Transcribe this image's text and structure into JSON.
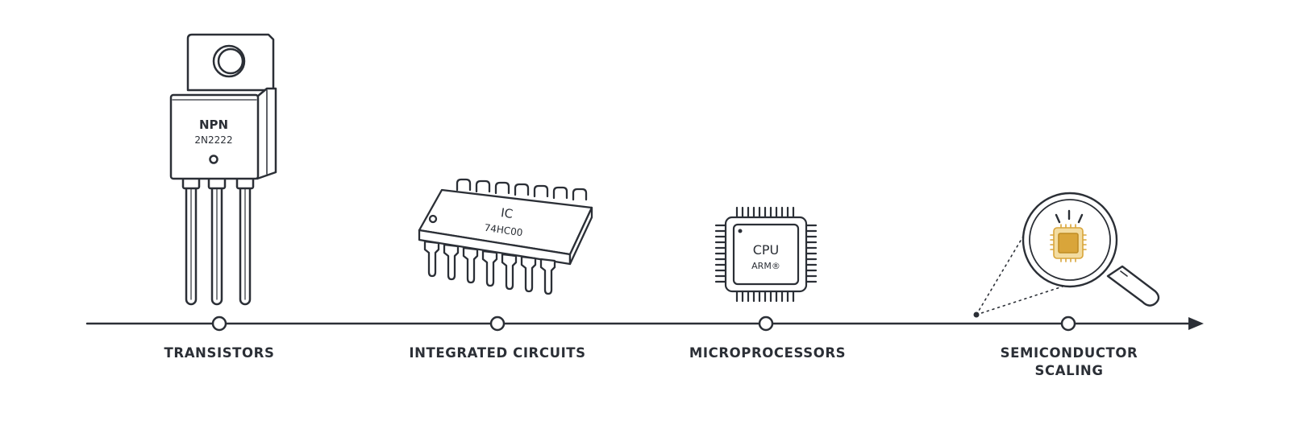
{
  "colors": {
    "ink": "#2b2f36",
    "paper": "#ffffff",
    "gold": "#d9a53a"
  },
  "timeline": {
    "stages": [
      {
        "label_lines": [
          "TRANSISTORS"
        ]
      },
      {
        "label_lines": [
          "INTEGRATED CIRCUITS"
        ]
      },
      {
        "label_lines": [
          "MICROPROCESSORS"
        ]
      },
      {
        "label_lines": [
          "SEMICONDUCTOR",
          "SCALING"
        ]
      }
    ]
  },
  "transistor": {
    "type_text": "NPN",
    "part_text": "2N2222"
  },
  "ic": {
    "type_text": "IC",
    "part_text": "74HC00"
  },
  "cpu": {
    "type_text": "CPU",
    "part_text": "ARM®"
  },
  "magnifier": {
    "icon": "magnifying-glass-icon",
    "subject_icon": "chip-icon"
  }
}
